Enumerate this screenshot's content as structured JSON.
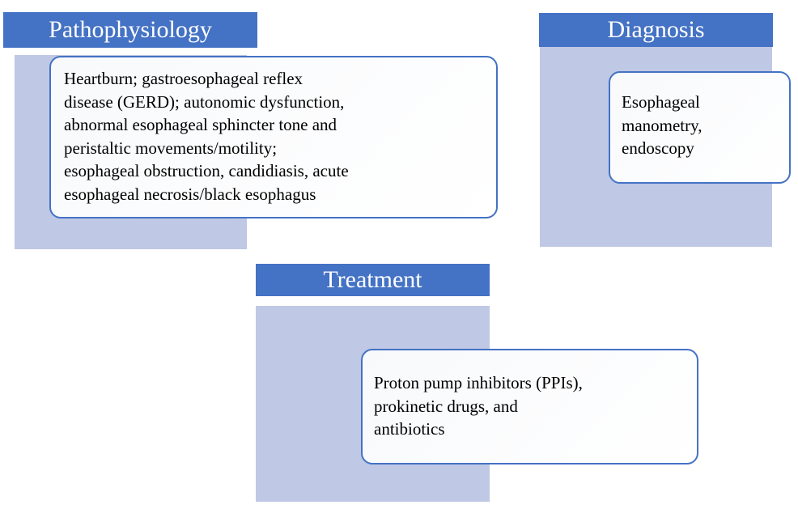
{
  "document": {
    "type": "three-panel-clinical-summary",
    "background_color": "#FFFFFF",
    "accent_color": "#4472C4",
    "panel_color": "#BFC8E4",
    "callout_background": "#FAFBFC",
    "callout_border_color": "#4472C4"
  },
  "sections": [
    {
      "id": "pathophysiology",
      "header": "Pathophysiology",
      "body": "Heartburn; gastroesophageal reflex disease (GERD); autonomic dysfunction, abnormal esophageal sphincter tone and peristaltic movements/motility; esophageal obstruction, candidiasis, acute esophageal necrosis/black esophagus",
      "body_lines": [
        "Heartburn; gastroesophageal reflex",
        "disease (GERD); autonomic dysfunction,",
        "abnormal esophageal sphincter tone and",
        "peristaltic movements/motility;",
        "esophageal obstruction, candidiasis, acute",
        "esophageal necrosis/black esophagus"
      ]
    },
    {
      "id": "diagnosis",
      "header": "Diagnosis",
      "body": "Esophageal manometry, endoscopy",
      "body_lines": [
        "Esophageal",
        "manometry,",
        "endoscopy"
      ]
    },
    {
      "id": "treatment",
      "header": "Treatment",
      "body": "Proton pump inhibitors (PPIs), prokinetic drugs, and antibiotics",
      "body_lines": [
        "Proton pump inhibitors (PPIs),",
        "prokinetic drugs, and",
        "antibiotics"
      ]
    }
  ]
}
